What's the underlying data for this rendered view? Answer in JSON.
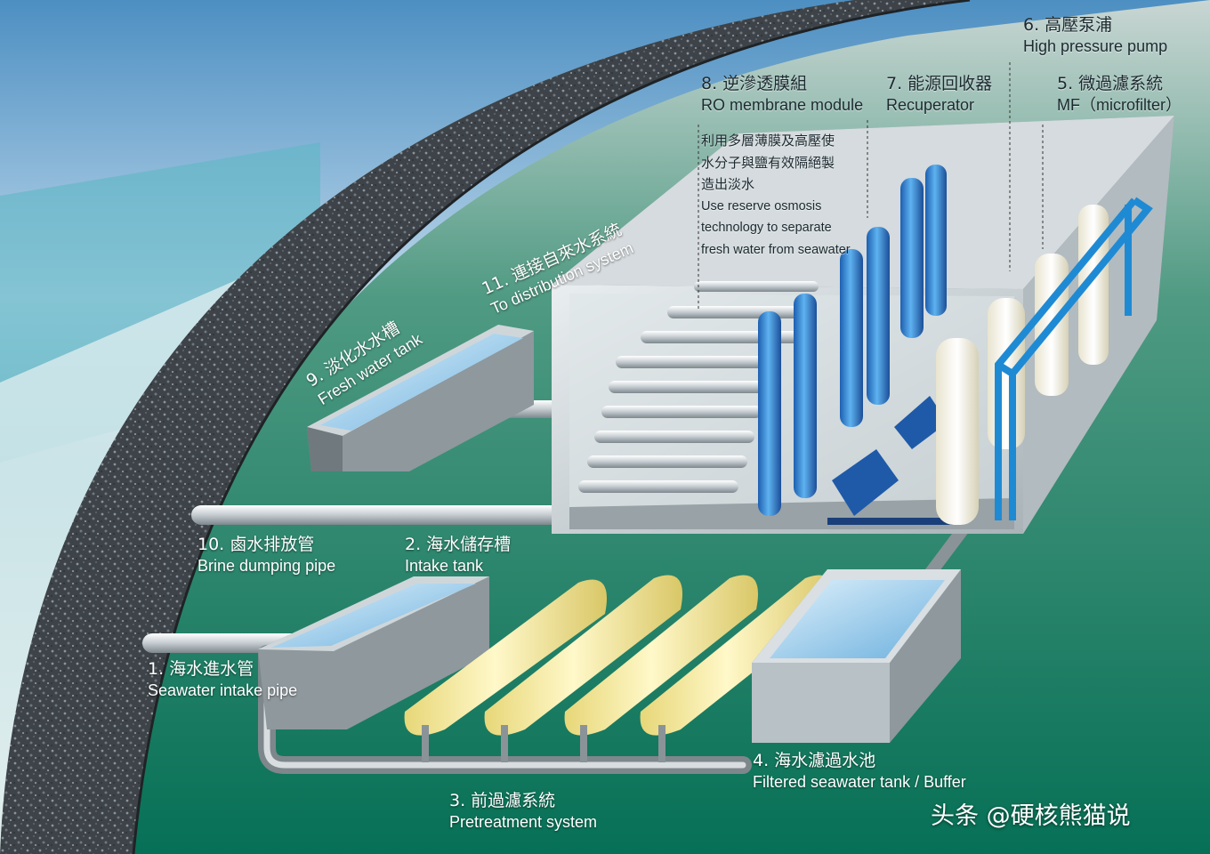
{
  "labels": {
    "l1": {
      "zh": "1. 海水進水管",
      "en": "Seawater intake pipe"
    },
    "l2": {
      "zh": "2. 海水儲存槽",
      "en": "Intake tank"
    },
    "l3": {
      "zh": "3. 前過濾系統",
      "en": "Pretreatment system"
    },
    "l4": {
      "zh": "4. 海水濾過水池",
      "en": "Filtered seawater tank / Buffer"
    },
    "l5": {
      "zh": "5. 微過濾系統",
      "en": "MF（microfilter）"
    },
    "l6": {
      "zh": "6. 高壓泵浦",
      "en": "High pressure pump"
    },
    "l7": {
      "zh": "7. 能源回收器",
      "en": "Recuperator"
    },
    "l8": {
      "zh": "8. 逆滲透膜組",
      "en": "RO membrane module"
    },
    "l9": {
      "zh": "9. 淡化水水槽",
      "en": "Fresh water tank"
    },
    "l10": {
      "zh": "10. 鹵水排放管",
      "en": "Brine dumping pipe"
    },
    "l11": {
      "zh": "11. 連接自來水系統",
      "en": "To distribution system"
    }
  },
  "ro_description": {
    "zh": [
      "利用多層薄膜及高壓使",
      "水分子與鹽有效隔絕製",
      "造出淡水"
    ],
    "en": [
      "Use reserve osmosis",
      "technology to separate",
      "fresh water from seawater"
    ]
  },
  "watermark": "头条 @硬核熊猫说",
  "colors": {
    "ground": "#0e6e55",
    "ring": "#3a3f44",
    "building": "#c9cfd3",
    "ro_vessel": "#2a7fd4",
    "filter_tube": "#f3e9a8",
    "water": "#8fc3e6"
  }
}
